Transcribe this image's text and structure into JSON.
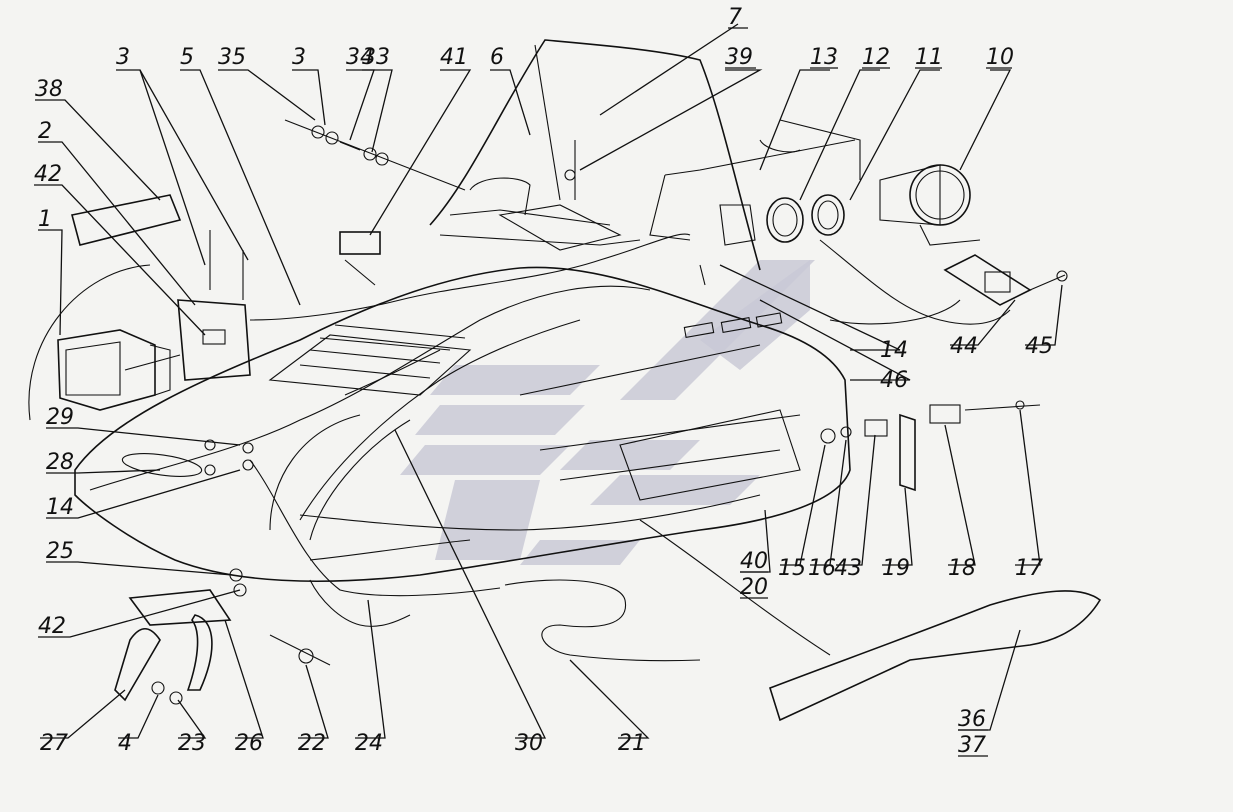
{
  "drawing": {
    "callouts": [
      "1",
      "2",
      "3",
      "4",
      "5",
      "6",
      "7",
      "10",
      "11",
      "12",
      "13",
      "14",
      "15",
      "16",
      "17",
      "18",
      "19",
      "20",
      "21",
      "22",
      "23",
      "24",
      "25",
      "26",
      "27",
      "28",
      "29",
      "30",
      "33",
      "34",
      "35",
      "36",
      "37",
      "38",
      "39",
      "40",
      "41",
      "42",
      "43",
      "44",
      "45",
      "46"
    ]
  },
  "labels": [
    {
      "id": "l-7",
      "text": "7"
    },
    {
      "id": "l-39",
      "text": "39"
    },
    {
      "id": "l-13",
      "text": "13"
    },
    {
      "id": "l-12",
      "text": "12"
    },
    {
      "id": "l-11",
      "text": "11"
    },
    {
      "id": "l-10",
      "text": "10"
    },
    {
      "id": "l-6",
      "text": "6"
    },
    {
      "id": "l-41",
      "text": "41"
    },
    {
      "id": "l-33",
      "text": "33"
    },
    {
      "id": "l-34",
      "text": "34"
    },
    {
      "id": "l-3a",
      "text": "3"
    },
    {
      "id": "l-35",
      "text": "35"
    },
    {
      "id": "l-5",
      "text": "5"
    },
    {
      "id": "l-3b",
      "text": "3"
    },
    {
      "id": "l-38",
      "text": "38"
    },
    {
      "id": "l-2",
      "text": "2"
    },
    {
      "id": "l-42a",
      "text": "42"
    },
    {
      "id": "l-1",
      "text": "1"
    },
    {
      "id": "l-29",
      "text": "29"
    },
    {
      "id": "l-28",
      "text": "28"
    },
    {
      "id": "l-14a",
      "text": "14"
    },
    {
      "id": "l-25",
      "text": "25"
    },
    {
      "id": "l-42b",
      "text": "42"
    },
    {
      "id": "l-27",
      "text": "27"
    },
    {
      "id": "l-4",
      "text": "4"
    },
    {
      "id": "l-23",
      "text": "23"
    },
    {
      "id": "l-26",
      "text": "26"
    },
    {
      "id": "l-22",
      "text": "22"
    },
    {
      "id": "l-24",
      "text": "24"
    },
    {
      "id": "l-30",
      "text": "30"
    },
    {
      "id": "l-21",
      "text": "21"
    },
    {
      "id": "l-40",
      "text": "40"
    },
    {
      "id": "l-20",
      "text": "20"
    },
    {
      "id": "l-15",
      "text": "15"
    },
    {
      "id": "l-16",
      "text": "16"
    },
    {
      "id": "l-43",
      "text": "43"
    },
    {
      "id": "l-19",
      "text": "19"
    },
    {
      "id": "l-18",
      "text": "18"
    },
    {
      "id": "l-17",
      "text": "17"
    },
    {
      "id": "l-14b",
      "text": "14"
    },
    {
      "id": "l-46",
      "text": "46"
    },
    {
      "id": "l-44",
      "text": "44"
    },
    {
      "id": "l-45",
      "text": "45"
    },
    {
      "id": "l-36",
      "text": "36"
    },
    {
      "id": "l-37",
      "text": "37"
    }
  ],
  "colors": {
    "ink": "#111111",
    "paper": "#f4f4f2",
    "watermark": "#c9c9d6"
  }
}
